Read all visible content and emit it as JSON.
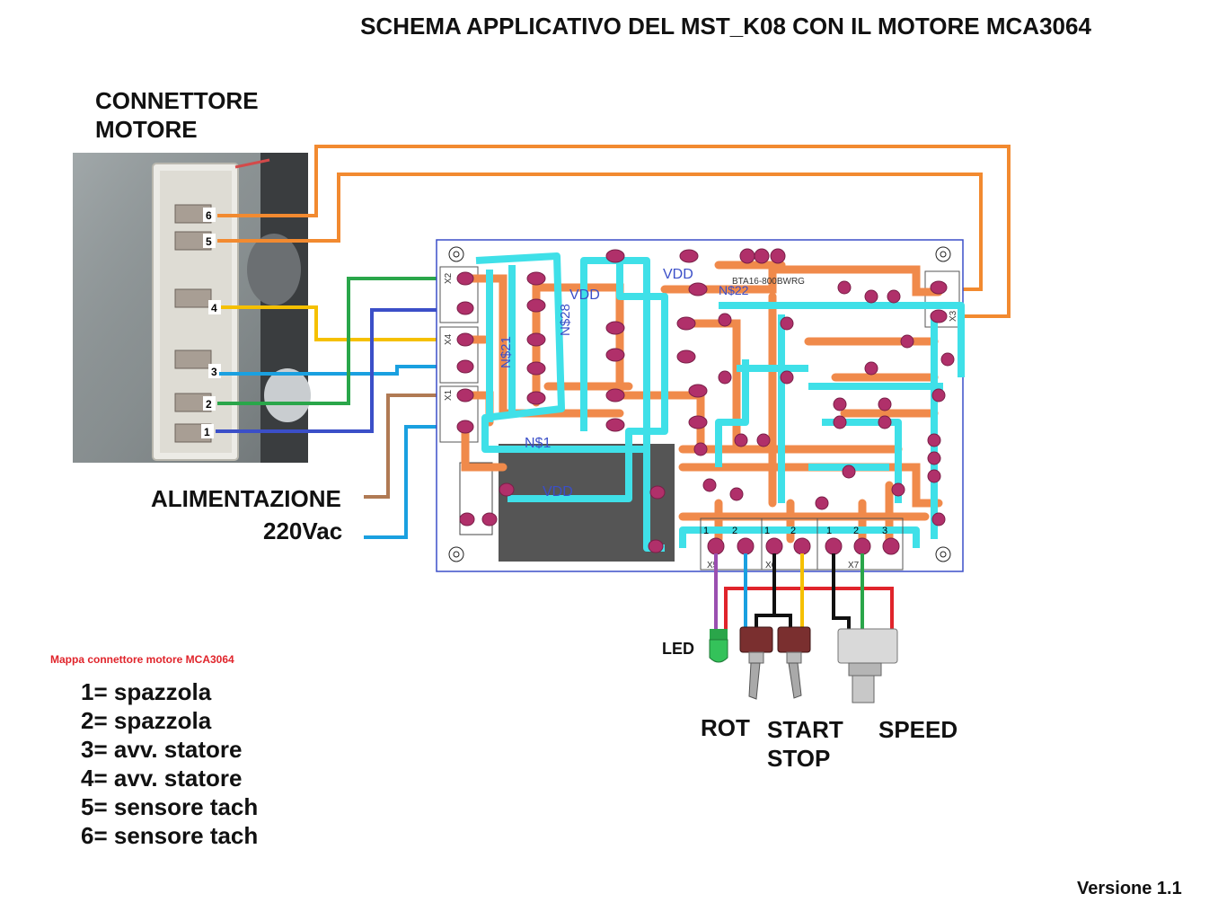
{
  "title": "SCHEMA APPLICATIVO DEL MST_K08 CON IL MOTORE MCA3064",
  "connector_heading": [
    "CONNETTORE",
    "MOTORE"
  ],
  "pins": [
    "1",
    "2",
    "3",
    "4",
    "5",
    "6"
  ],
  "power_label": [
    "ALIMENTAZIONE",
    "220Vac"
  ],
  "control_labels": {
    "led": "LED",
    "rot": "ROT",
    "start_stop": [
      "START",
      "STOP"
    ],
    "speed": "SPEED"
  },
  "map_title": "Mappa connettore motore MCA3064",
  "map_items": [
    "1= spazzola",
    "2= spazzola",
    "3= avv. statore",
    "4= avv. statore",
    "5= sensore tach",
    "6= sensore tach"
  ],
  "board_labels": {
    "vdd": "VDD",
    "ns1": "N$1",
    "ns21": "N$21",
    "ns28": "N$28",
    "ns22": "N$22",
    "bta": "BTA16-800BWRG",
    "x1": "X1",
    "x2": "X2",
    "x3": "X3",
    "x4": "X4",
    "x5": "X5",
    "x6": "X6",
    "x7": "X7",
    "terminal_nums": [
      "1",
      "2",
      "1",
      "2",
      "1",
      "2",
      "3"
    ]
  },
  "wire_colors": {
    "orange": "#f28a30",
    "green": "#2aa64a",
    "blue_dark": "#3b4fc8",
    "blue_light": "#1aa0e0",
    "yellow": "#f5c000",
    "brown": "#b07a54",
    "red": "#e0242b",
    "purple": "#9a4fb0",
    "black": "#111111",
    "cyan_trace": "#3fe0e8",
    "orange_trace": "#f08a4b",
    "pad": "#b0306a"
  },
  "version": "Versione 1.1"
}
